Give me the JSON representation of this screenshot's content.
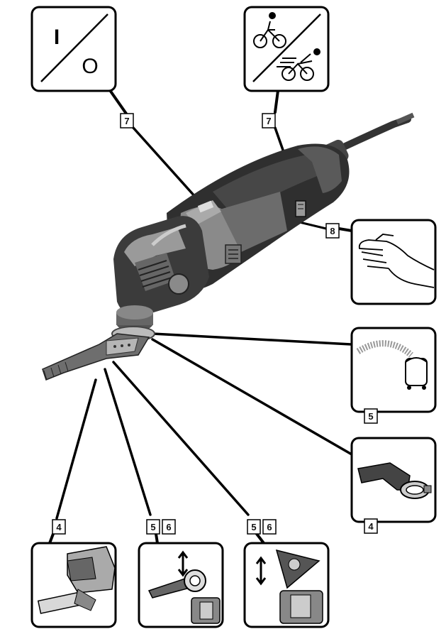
{
  "refs": {
    "switch_callout": "7",
    "speed_callout": "7",
    "grip_callout": "8",
    "vacuum_callout": "5",
    "dust_adapter_callout": "4",
    "depth_stop_callout": "4",
    "blade_change_callouts": [
      "5",
      "6"
    ],
    "sanding_pad_callouts": [
      "5",
      "6"
    ]
  },
  "switch_panel": {
    "on_symbol": "I",
    "off_symbol": "O"
  },
  "icons": {
    "switch": "on-off-switch-icon",
    "speed": "slow-fast-speed-icon",
    "grip": "hand-grip-icon",
    "vacuum": "dust-extraction-icon",
    "dust_adapter": "dust-extraction-adapter-icon",
    "depth_stop": "depth-stop-icon",
    "blade_change": "blade-change-icon",
    "sanding_pad": "triangular-sanding-pad-icon"
  }
}
